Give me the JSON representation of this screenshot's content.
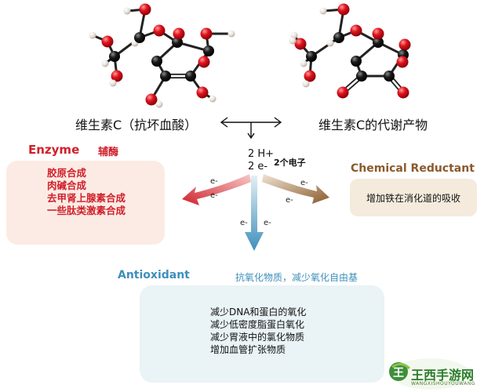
{
  "molecules": {
    "left_label": "维生素C（抗坏血酸）",
    "right_label": "维生素C的代谢产物"
  },
  "center": {
    "h_plus": "2 H+",
    "electrons_formula": "2 e-",
    "electrons_label": "2个电子"
  },
  "enzyme": {
    "title": "Enzyme",
    "subtitle": "辅酶",
    "items": [
      "胶原合成",
      "肉碱合成",
      "去甲肾上腺素合成",
      "一些肽类激素合成"
    ],
    "arrow_label_1": "e-",
    "arrow_label_2": "e-"
  },
  "chemical_reductant": {
    "title": "Chemical Reductant",
    "item": "增加铁在消化道的吸收",
    "arrow_label_1": "e-",
    "arrow_label_2": "e-"
  },
  "antioxidant": {
    "title": "Antioxidant",
    "subtitle": "抗氧化物质，减少氧化自由基",
    "items": [
      "减少DNA和蛋白的氧化",
      "减少低密度脂蛋白氧化",
      "减少胃液中的氯化物质",
      "增加血管扩张物质"
    ],
    "arrow_label_1": "e-",
    "arrow_label_2": "e-"
  },
  "watermark": {
    "mark": "王",
    "brand": "王西手游网",
    "site": "WANGXISHOUYOUWANG"
  },
  "colors": {
    "enzyme_red": "#d0202a",
    "chemical_brown": "#8a5a2c",
    "antioxidant_blue": "#3e8fbb",
    "atom_oxygen": "#e0141e",
    "atom_carbon": "#111111",
    "atom_hydrogen": "#eeeeee"
  }
}
